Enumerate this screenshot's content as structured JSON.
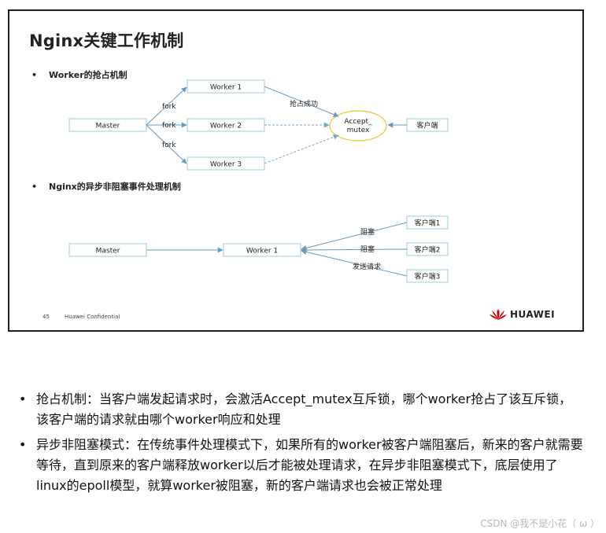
{
  "slide": {
    "title": "Nginx关键工作机制",
    "bullet1": "Worker的抢占机制",
    "bullet2": "Nginx的异步非阻塞事件处理机制",
    "bullet_glyph": "•",
    "diagram1": {
      "master": "Master",
      "worker1": "Worker 1",
      "worker2": "Worker 2",
      "worker3": "Worker 3",
      "fork_label": "fork",
      "preempt_label": "抢占成功",
      "accept_mutex_line1": "Accept_",
      "accept_mutex_line2": "mutex",
      "client": "客户端"
    },
    "diagram2": {
      "master": "Master",
      "worker1": "Worker 1",
      "label_block1": "阻塞",
      "label_block2": "阻塞",
      "label_send": "发送请求",
      "client1": "客户端1",
      "client2": "客户端2",
      "client3": "客户端3"
    },
    "footer": {
      "page_number": "45",
      "confidential": "Huawei  Confidential",
      "logo_text": "HUAWEI"
    }
  },
  "notes": [
    "抢占机制：当客户端发起请求时，会激活Accept_mutex互斥锁，哪个worker抢占了该互斥锁，该客户端的请求就由哪个worker响应和处理",
    "异步非阻塞模式：在传统事件处理模式下，如果所有的worker被客户端阻塞后，新来的客户就需要等待，直到原来的客户端释放worker以后才能被处理请求，在异步非阻塞模式下，底层使用了linux的epoll模型，就算worker被阻塞，新的客户端请求也会被正常处理"
  ],
  "notes_bullet": "•",
  "watermark": "CSDN @我不是小花（ ω ）",
  "colors": {
    "box_border": "#9ec9de",
    "arrow": "#6a9ac0",
    "dashed_arrow": "#7aa6c8",
    "ellipse_border": "#f1c84b",
    "logo_red": "#c7000b"
  }
}
